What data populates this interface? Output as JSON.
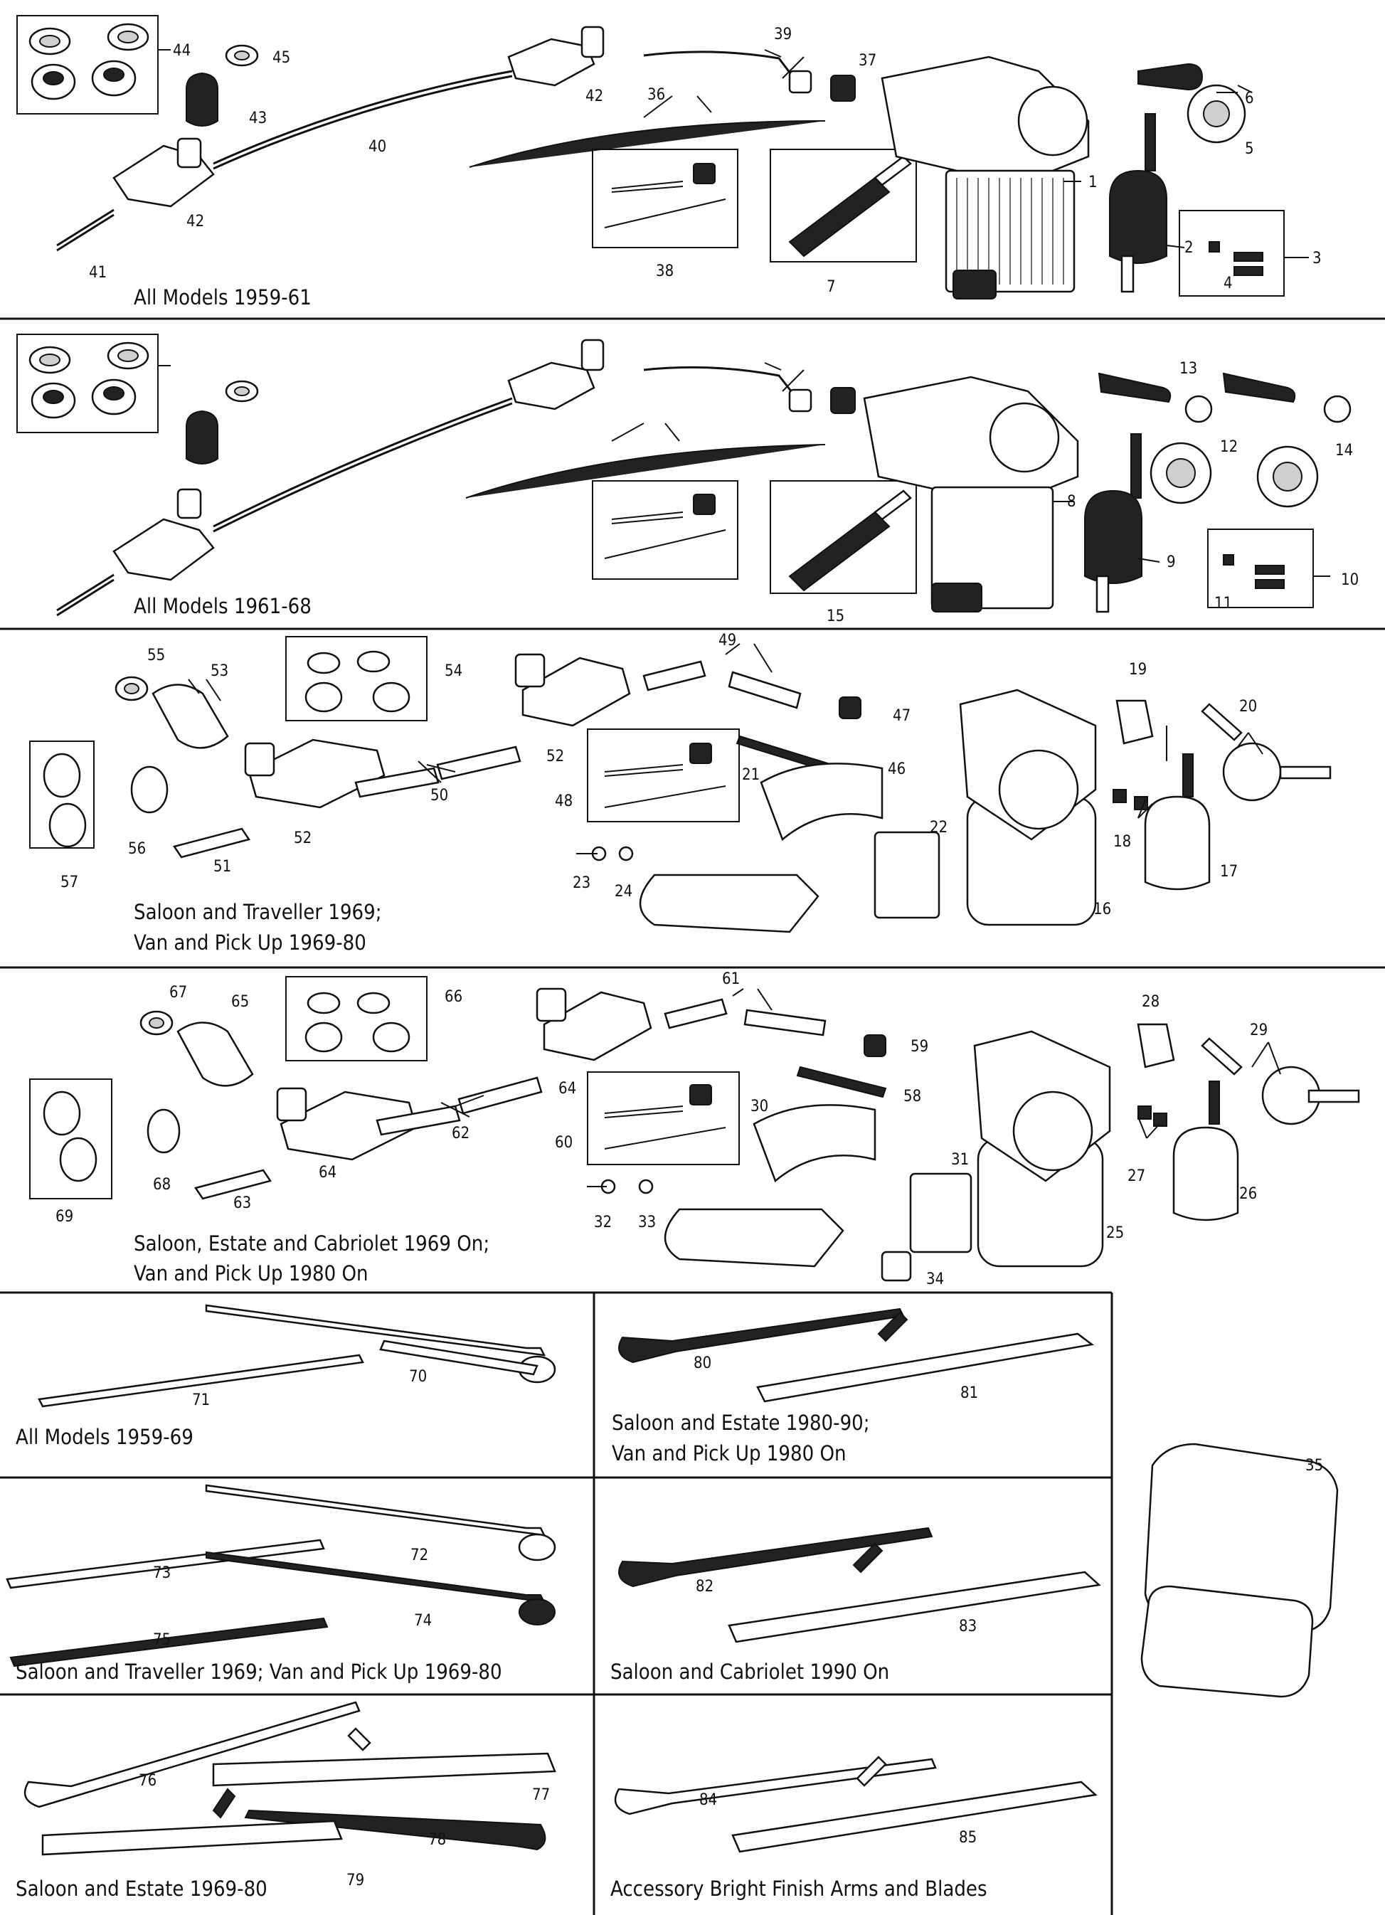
{
  "captions": {
    "s1": "All Models 1959-61",
    "s2": "All Models 1961-68",
    "s3_l1": "Saloon and Traveller 1969;",
    "s3_l2": "Van and Pick Up 1969-80",
    "s4_l1": "Saloon, Estate and Cabriolet 1969 On;",
    "s4_l2": "Van and Pick Up 1980 On",
    "p1": "All Models 1959-69",
    "p2_l1": "Saloon and Estate 1980-90;",
    "p2_l2": "Van and Pick Up 1980 On",
    "p3": "Saloon and Traveller 1969; Van and Pick Up 1969-80",
    "p4": "Saloon and Cabriolet 1990 On",
    "p5": "Saloon and Estate 1969-80",
    "p6": "Accessory Bright Finish Arms and Blades"
  },
  "part_numbers": {
    "n1": "1",
    "n2": "2",
    "n3": "3",
    "n4": "4",
    "n5": "5",
    "n6": "6",
    "n7": "7",
    "n8": "8",
    "n9": "9",
    "n10": "10",
    "n11": "11",
    "n12": "12",
    "n13": "13",
    "n14": "14",
    "n15": "15",
    "n16": "16",
    "n17": "17",
    "n18": "18",
    "n19": "19",
    "n20": "20",
    "n21": "21",
    "n22": "22",
    "n23": "23",
    "n24": "24",
    "n25": "25",
    "n26": "26",
    "n27": "27",
    "n28": "28",
    "n29": "29",
    "n30": "30",
    "n31": "31",
    "n32": "32",
    "n33": "33",
    "n34": "34",
    "n35": "35",
    "n36": "36",
    "n37": "37",
    "n38": "38",
    "n39": "39",
    "n40": "40",
    "n41": "41",
    "n42": "42",
    "n43": "43",
    "n44": "44",
    "n45": "45",
    "n46": "46",
    "n47": "47",
    "n48": "48",
    "n49": "49",
    "n50": "50",
    "n51": "51",
    "n52": "52",
    "n53": "53",
    "n54": "54",
    "n55": "55",
    "n56": "56",
    "n57": "57",
    "n58": "58",
    "n59": "59",
    "n60": "60",
    "n61": "61",
    "n62": "62",
    "n63": "63",
    "n64": "64",
    "n65": "65",
    "n66": "66",
    "n67": "67",
    "n68": "68",
    "n69": "69",
    "n70": "70",
    "n71": "71",
    "n72": "72",
    "n73": "73",
    "n74": "74",
    "n75": "75",
    "n76": "76",
    "n77": "77",
    "n78": "78",
    "n79": "79",
    "n80": "80",
    "n81": "81",
    "n82": "82",
    "n83": "83",
    "n84": "84",
    "n85": "85"
  }
}
